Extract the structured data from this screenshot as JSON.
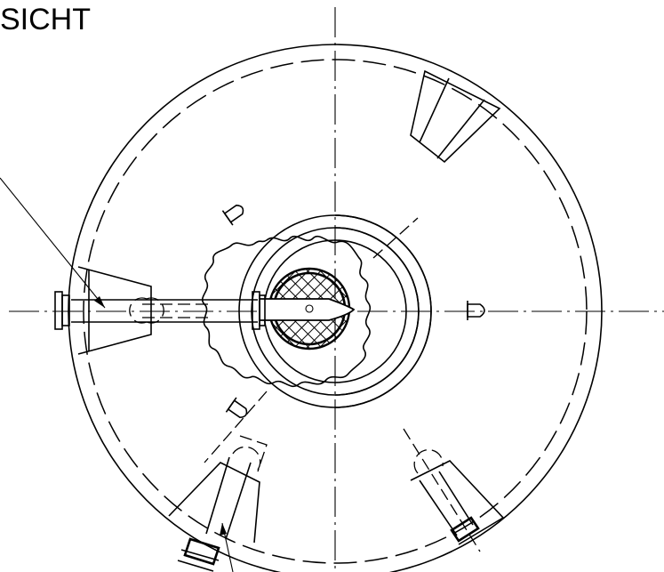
{
  "drawing": {
    "title": "SICHT",
    "line_color": "#000000",
    "background": "#ffffff",
    "components": [
      {
        "name": "outer-vessel-wall"
      },
      {
        "name": "inner-dashed-circle"
      },
      {
        "name": "center-shaft-hub"
      },
      {
        "name": "mixing-grid"
      },
      {
        "name": "horizontal-nozzle-arm"
      },
      {
        "name": "wavy-breakout-section"
      },
      {
        "name": "top-right-bracket"
      },
      {
        "name": "bottom-left-bracket"
      },
      {
        "name": "bottom-right-bracket"
      },
      {
        "name": "leader-lines"
      }
    ]
  }
}
